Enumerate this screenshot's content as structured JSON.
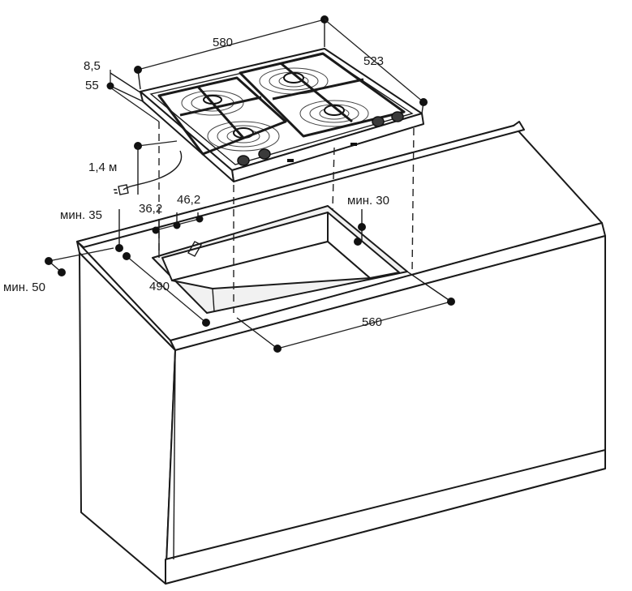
{
  "dimensions": {
    "width": "580",
    "depth": "523",
    "thickness_top": "8,5",
    "thickness_bottom": "55",
    "cable": "1,4 м",
    "min_35": "мин. 35",
    "offset_1": "36,2",
    "offset_2": "46,2",
    "min_30": "мин. 30",
    "min_50": "мин. 50",
    "cutout_depth": "490",
    "cutout_width": "560"
  },
  "colors": {
    "line": "#1a1a1a",
    "background": "#ffffff",
    "control_knob": "#3a3a3a"
  }
}
